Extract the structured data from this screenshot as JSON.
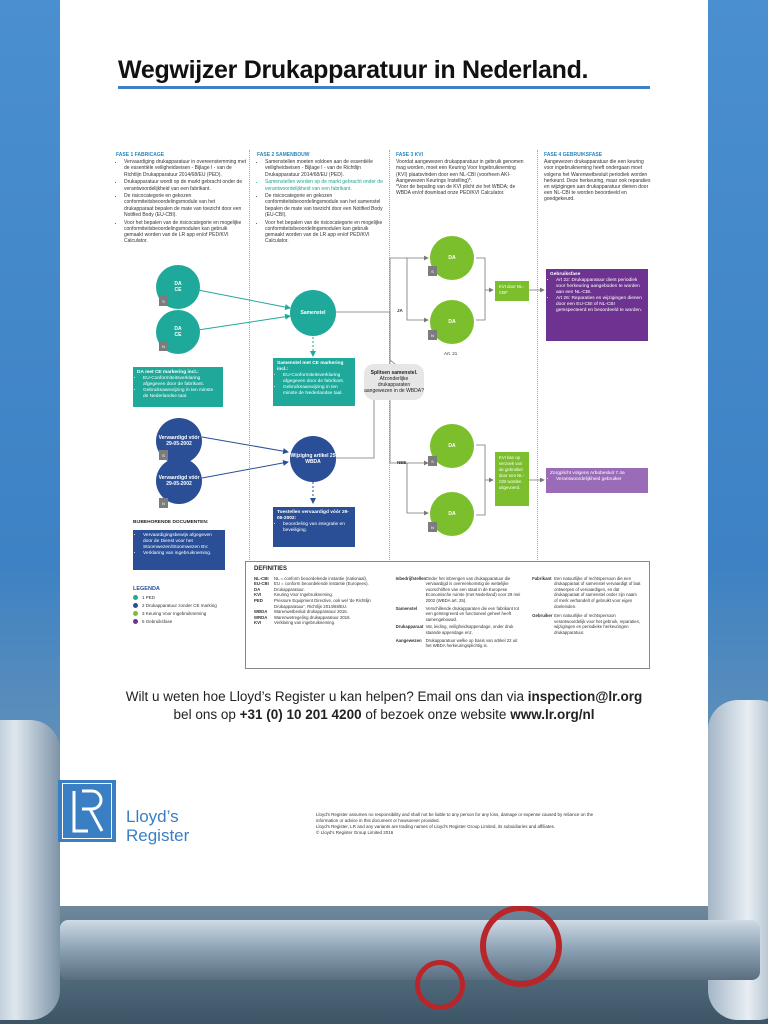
{
  "title": "Wegwijzer Drukapparatuur in Nederland.",
  "phases": [
    {
      "heading": "FASE 1 FABRICAGE",
      "items": [
        "Vervaardiging drukapparatuur in overeenstemming met de essentiële veiligheidseisen - Bijlage I - van de Richtlijn Drukapparatuur 2014/68/EU (PED).",
        "Drukapparatuur wordt op de markt gebracht onder de verantwoordelijkheid van een fabrikant.",
        "De risicocategorie en gekozen conformiteitsbeoordelingsmodule van het drukapparaat bepalen de mate van toezicht door een Notified Body (EU-CBI).",
        "Voor het bepalen van de risicocategorie en mogelijke conformiteitsbeoordelingsmodulen kan gebruik gemaakt worden van de LR app en/of PED/KVI Calculator."
      ]
    },
    {
      "heading": "FASE 2 SAMENBOUW",
      "items": [
        "Samenstellen moeten voldoen aan de essentiële veiligheidseisen - Bijlage I - van de Richtlijn Drukapparatuur 2014/68/EU (PED).",
        "Samenstellen worden op de markt gebracht onder de verantwoordelijkheid van een fabrikant.",
        "De risicocategorie en gekozen conformiteitsbeoordelingsmodule van het samenstel bepalen de mate van toezicht door een Notified Body (EU-CBI).",
        "Voor het bepalen van de risicocategorie en mogelijke conformiteitsbeoordelingsmodulen kan gebruik gemaakt worden van de LR app en/of PED/KVI Calculator."
      ]
    },
    {
      "heading": "FASE 3 KVI",
      "text": "Voordat aangewezen drukapparatuur in gebruik genomen mag worden, moet een Keuring Voor Ingebruikneming (KVI) plaatsvinden door een NL-CBI (voorheen AKI-Aangewezen Keurings Instelling)*.",
      "note": "*Voor de bepaling van de KVI plicht zie het WBDA; de WBDA en/of download onze PED/KVI Calculator."
    },
    {
      "heading": "FASE 4 GEBRUIKSFASE",
      "text": "Aangewezen drukapparatuur die een keuring voor ingebruikneming heeft ondergaan moet volgens het Warenwetbesluit periodiek worden herkeurd. Deze herkeuring, maar ook reparaties en wijzigingen aan drukapparatuur dienen door een NL-CBI te worden beoordeeld en goedgekeurd."
    }
  ],
  "flow": {
    "da": "DA",
    "ce": "CE",
    "tag_s": "S",
    "tag_n": "N",
    "samenstel": "Samenstel",
    "box_da_ce_title": "DA met CE markering incl.:",
    "box_da_ce_items": [
      "EU-Conformiteitsverklaring afgegeven door de fabrikant.",
      "Gebruiksaanwijzing in ten minste de Nederlandse taal."
    ],
    "box_sam_ce_title": "Samenstel met CE markering incl.:",
    "box_sam_ce_items": [
      "EU-Conformiteitsverklaring afgegeven door de fabrikant.",
      "Gebruiksaanwijzing in ten minste de Nederlandse taal."
    ],
    "vervaardigd": "Vervaardigd vóór 29-05-2002",
    "wijziging": "Wijziging artikel 25 WBDA",
    "box_toestellen_title": "Toestellen vervaardigd vóór 29-05-2002:",
    "box_toestellen_items": [
      "beoordeling van integratie en beveiliging."
    ],
    "bijbehorende_title": "BIJBEHORENDE DOCUMENTEN:",
    "bijbehorende_items": [
      "Vervaardigingsbewijs afgegeven door de Dienst voor het Stoomwezen/Stoomwezen BV.",
      "Verklaring van ingebruikneming."
    ],
    "splitsen_title": "Splitsen samenstel.",
    "splitsen_text": "Afzonderlijke drukapparaten aangewezen in de WBDA?",
    "ja": "JA",
    "nee": "NEE",
    "art21": "Art. 21",
    "kvi_box": "KVI door NL-CBI*",
    "kvi_verzoek": "KVI kan op verzoek van de gebruiker door een NL-CBI worden uitgevoerd.",
    "gebruik_title": "Gebruiksfase",
    "gebruik_items": [
      "Art 22: Drukapparatuur dient periodiek voor herkeuring aangeboden te worden aan een NL-CBI.",
      "Art 26: Reparaties en wijzigingen dienen door een EU-CBI of NL-CBI geïnspecteerd en beoordeeld te worden."
    ],
    "zorgplicht_title": "Zorgplicht volgens Arbobesluit 7.4a",
    "zorgplicht_items": [
      "Verantwoordelijkheid gebruiker"
    ]
  },
  "legend": {
    "title": "LEGENDA",
    "items": [
      "1 PED",
      "2 Drukapparatuur zonder CE marking",
      "3 Keuring Voor Ingebruikneming",
      "5 Gebruiksfase"
    ]
  },
  "definitions": {
    "title": "DEFINITIES",
    "col1": [
      {
        "k": "NL-CBI",
        "v": "NL = conform beoordelende instantie (nationaal)."
      },
      {
        "k": "EU-CBI",
        "v": "EU = conform beoordelende instantie (Europees)."
      },
      {
        "k": "DA",
        "v": "Drukapparatuur."
      },
      {
        "k": "KVI",
        "v": "Keuring Voor Ingebruikneming."
      },
      {
        "k": "PED",
        "v": "Pressure Equipment Directive, ook wel 'de Richtlijn Drukapparatuur', Richtlijn 2014/68/EU."
      },
      {
        "k": "WBDA",
        "v": "Warenwetbesluit drukapparatuur 2016."
      },
      {
        "k": "WRDA",
        "v": "Warenwetregeling drukapparatuur 2016."
      },
      {
        "k": "KVI",
        "v": "Verklaring van ingebruikneming."
      }
    ],
    "col2": [
      {
        "k": "Inbedrijfstellen",
        "v": "Onder het inbrengen van drukapparatuur die vervaardigd is overeenkomstig de wettelijke voorschriften van een staat in de Europese Economische ruimte (met Nederland) voor 29 mei 2002 (WBDA art. 25)."
      },
      {
        "k": "Samenstel",
        "v": "Verschillende drukapparaten die een fabrikant tot een geïntegreerd en functioneel geheel heeft samengebouwd."
      },
      {
        "k": "Drukapparaat",
        "v": "Vat, leiding, veiligheidsappendage, onder druk staande appendage enz."
      },
      {
        "k": "Aangewezen",
        "v": "Drukapparatuur welke op basis van artikel 22 uit het WBDA herkeuringsplichtig is."
      }
    ],
    "col3": [
      {
        "k": "Fabrikant",
        "v": "Een natuurlijke of rechtspersoon die een drukapparaat of samenstel vervaardigt of laat ontwerpen of vervaardigen, en dat drukapparaat of samenstel onder zijn naam of merk verhandelt of gebruikt voor eigen doeleinden."
      },
      {
        "k": "Gebruiker",
        "v": "Een natuurlijke of rechtspersoon verantwoordelijk voor het gebruik, reparaties, wijzigingen en periodieke herkeuringen drukapparatuur."
      }
    ]
  },
  "contact": {
    "line1_pre": "Wilt u weten hoe Lloyd’s Register u kan helpen? Email ons dan via ",
    "email": "inspection@lr.org",
    "line2_pre": "bel ons op ",
    "phone": "+31 (0) 10 201 4200",
    "line2_mid": " of bezoek onze website ",
    "website": "www.lr.org/nl"
  },
  "logo": {
    "mark": "LR",
    "line1": "Lloyd’s",
    "line2": "Register"
  },
  "disclaimer": [
    "Lloyd’s Register assumes no responsibility and shall not be liable to any person for any loss, damage or expense caused by reliance on the information or advice in this document or howsoever provided.",
    "Lloyd’s Register, LR and any variants are trading names of Lloyd’s Register Group Limited, its subsidiaries and affiliates.",
    "© Lloyd’s Register Group Limited 2016"
  ],
  "colors": {
    "teal": "#1fa99a",
    "navy": "#2a4f96",
    "green": "#7cbf2c",
    "purple": "#6e3390",
    "lightpurple": "#9a6cb8",
    "brand": "#3a7fc4"
  }
}
